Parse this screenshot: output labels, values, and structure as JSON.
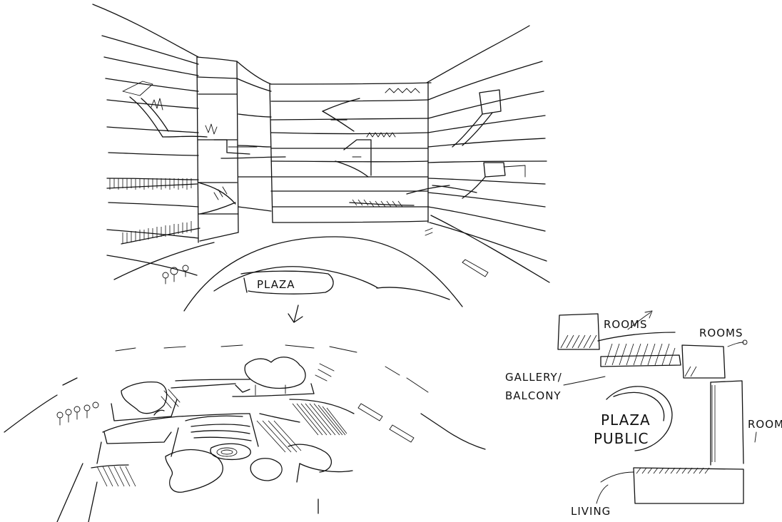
{
  "labels": {
    "plaza": "PLAZA",
    "rooms_top": "ROOMS",
    "rooms_right": "ROOMS",
    "rooms_side": "ROOMS",
    "gallery_line1": "GALLERY/",
    "gallery_line2": "BALCONY",
    "plaza_public_line1": "PLAZA",
    "plaza_public_line2": "PUBLIC",
    "living": "LIVING"
  },
  "colors": {
    "ink": "#111111",
    "paper": "#ffffff"
  }
}
